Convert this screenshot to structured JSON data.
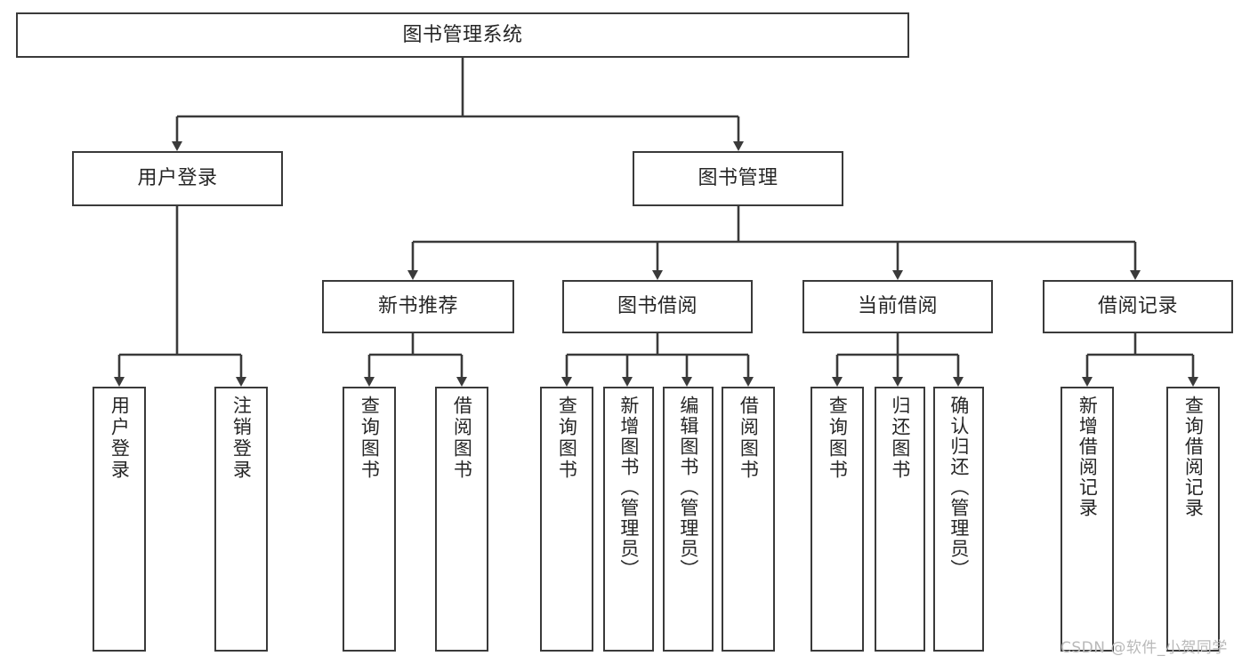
{
  "diagram": {
    "type": "tree",
    "title": "图书管理系统",
    "watermark": "CSDN @软件_小贺同学",
    "colors": {
      "box_border": "#3a3a3a",
      "box_fill": "#ffffff",
      "connector": "#3a3a3a",
      "text": "#262626",
      "watermark": "#b9b9b9",
      "background": "#ffffff"
    },
    "levels": {
      "root": {
        "label": "图书管理系统"
      },
      "level2": [
        {
          "label": "用户登录"
        },
        {
          "label": "图书管理"
        }
      ],
      "level3": [
        {
          "label": "新书推荐"
        },
        {
          "label": "图书借阅"
        },
        {
          "label": "当前借阅"
        },
        {
          "label": "借阅记录"
        }
      ],
      "leaves": {
        "user_login": [
          {
            "label": "用户登录"
          },
          {
            "label": "注销登录"
          }
        ],
        "new_book_recommend": [
          {
            "label": "查询图书"
          },
          {
            "label": "借阅图书"
          }
        ],
        "book_borrow": [
          {
            "label": "查询图书"
          },
          {
            "label": "新增图书（管理员）"
          },
          {
            "label": "编辑图书（管理员）"
          },
          {
            "label": "借阅图书"
          }
        ],
        "current_borrow": [
          {
            "label": "查询图书"
          },
          {
            "label": "归还图书"
          },
          {
            "label": "确认归还（管理员）"
          }
        ],
        "borrow_record": [
          {
            "label": "新增借阅记录"
          },
          {
            "label": "查询借阅记录"
          }
        ]
      }
    }
  }
}
